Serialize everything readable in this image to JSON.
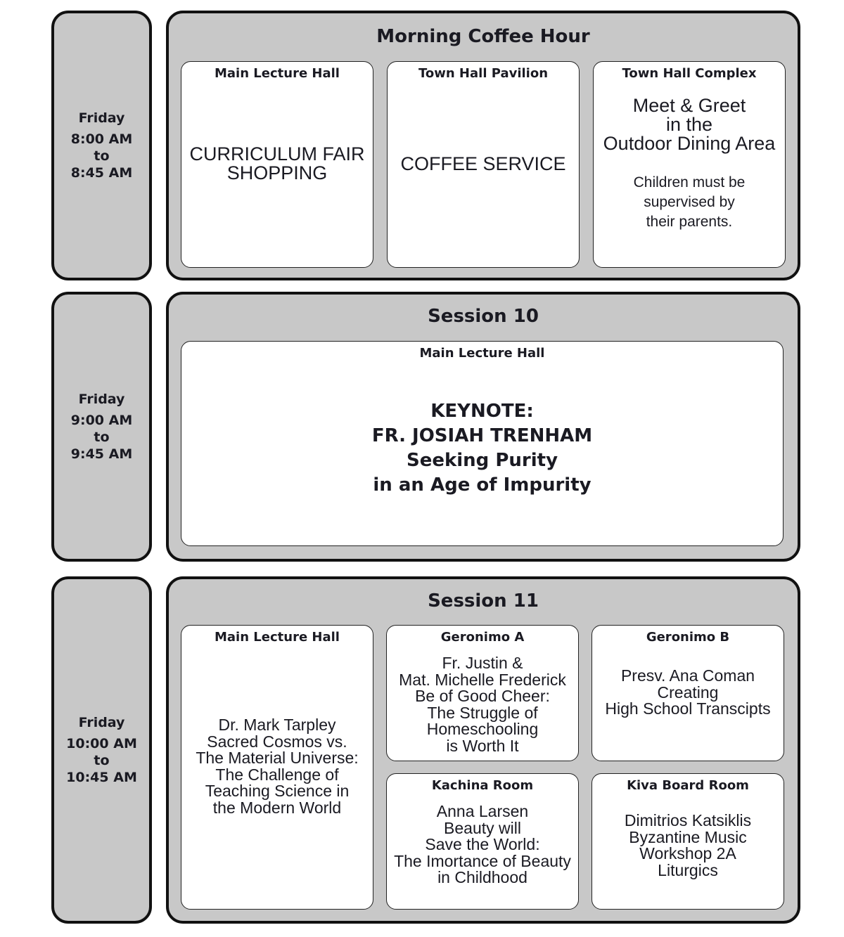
{
  "blocks": [
    {
      "time": {
        "day": "Friday",
        "start": "8:00 AM",
        "to": "to",
        "end": "8:45 AM"
      },
      "title": "Morning Coffee Hour",
      "rooms": [
        {
          "room": "Main Lecture Hall",
          "text": "CURRICULUM FAIR\nSHOPPING"
        },
        {
          "room": "Town Hall Pavilion",
          "text": "COFFEE SERVICE"
        },
        {
          "room": "Town Hall Complex",
          "text": "Meet & Greet\nin the\nOutdoor Dining Area",
          "note": "Children must be\nsupervised by\ntheir parents."
        }
      ]
    },
    {
      "time": {
        "day": "Friday",
        "start": "9:00 AM",
        "to": "to",
        "end": "9:45 AM"
      },
      "title": "Session 10",
      "rooms": [
        {
          "room": "Main Lecture Hall",
          "text": "KEYNOTE:\nFR. JOSIAH TRENHAM\nSeeking Purity\nin an Age of Impurity"
        }
      ]
    },
    {
      "time": {
        "day": "Friday",
        "start": "10:00 AM",
        "to": "to",
        "end": "10:45 AM"
      },
      "title": "Session 11",
      "rooms": [
        {
          "room": "Main Lecture Hall",
          "text": "Dr. Mark Tarpley\nSacred Cosmos vs.\nThe Material Universe:\nThe Challenge of\nTeaching Science in\nthe Modern World"
        },
        {
          "room": "Geronimo A",
          "text": "Fr. Justin &\nMat. Michelle Frederick\nBe of Good Cheer:\nThe Struggle of\nHomeschooling\nis Worth It"
        },
        {
          "room": "Geronimo B",
          "text": "Presv. Ana Coman\nCreating\nHigh School Transcipts"
        },
        {
          "room": "Kachina Room",
          "text": "Anna Larsen\nBeauty will\nSave the World:\nThe Imortance of Beauty\nin Childhood"
        },
        {
          "room": "Kiva Board Room",
          "text": "Dimitrios Katsiklis\nByzantine Music\nWorkshop 2A\nLiturgics"
        }
      ]
    }
  ]
}
